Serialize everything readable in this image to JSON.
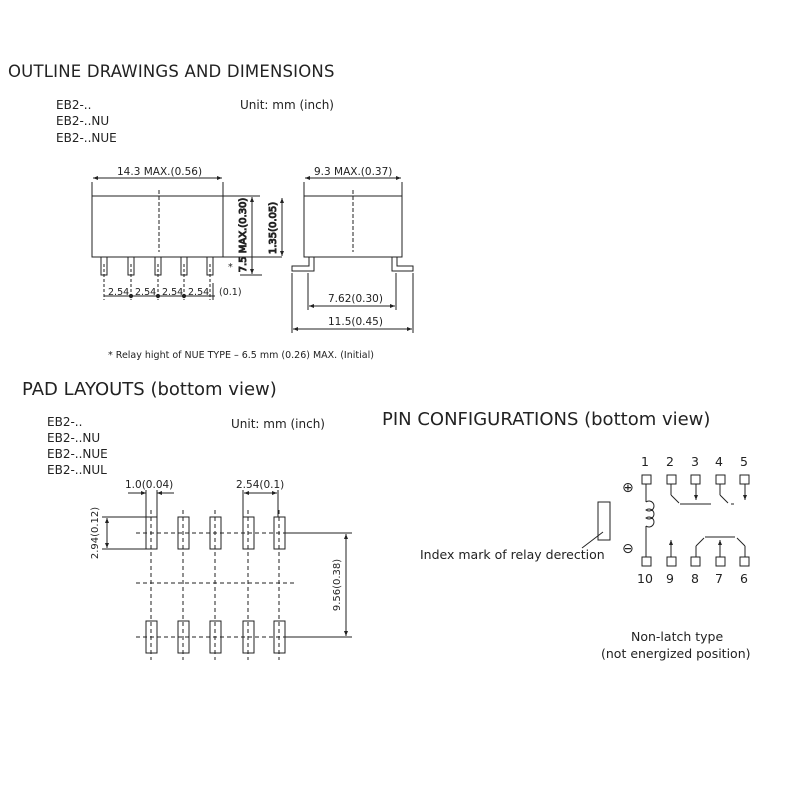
{
  "outline": {
    "title": "OUTLINE DRAWINGS AND DIMENSIONS",
    "models": [
      "EB2-..",
      "EB2-..NU",
      "EB2-..NUE"
    ],
    "unit": "Unit: mm (inch)",
    "dims": {
      "width": "14.3 MAX.(0.56)",
      "depth": "9.3 MAX.(0.37)",
      "height": "7.5 MAX.(0.30)",
      "lead": "1.35(0.05)",
      "pitch": "2.54",
      "pin_width": "(0.1)",
      "row": "7.62(0.30)",
      "overall": "11.5(0.45)",
      "asterisk": "*"
    },
    "note": "* Relay hight of NUE TYPE – 6.5 mm (0.26) MAX. (Initial)"
  },
  "pad": {
    "title": "PAD LAYOUTS (bottom view)",
    "models": [
      "EB2-..",
      "EB2-..NU",
      "EB2-..NUE",
      "EB2-..NUL"
    ],
    "unit": "Unit: mm (inch)",
    "dims": {
      "pad_width": "1.0(0.04)",
      "pitch": "2.54(0.1)",
      "pad_length": "2.94(0.12)",
      "row": "9.56(0.38)"
    }
  },
  "pins": {
    "title": "PIN CONFIGURATIONS (bottom view)",
    "top_pins": [
      "1",
      "2",
      "3",
      "4",
      "5"
    ],
    "bottom_pins": [
      "10",
      "9",
      "8",
      "7",
      "6"
    ],
    "plus": "⊕",
    "minus": "⊖",
    "index_label": "Index mark of relay derection",
    "caption": [
      "Non-latch type",
      "(not energized position)"
    ]
  }
}
